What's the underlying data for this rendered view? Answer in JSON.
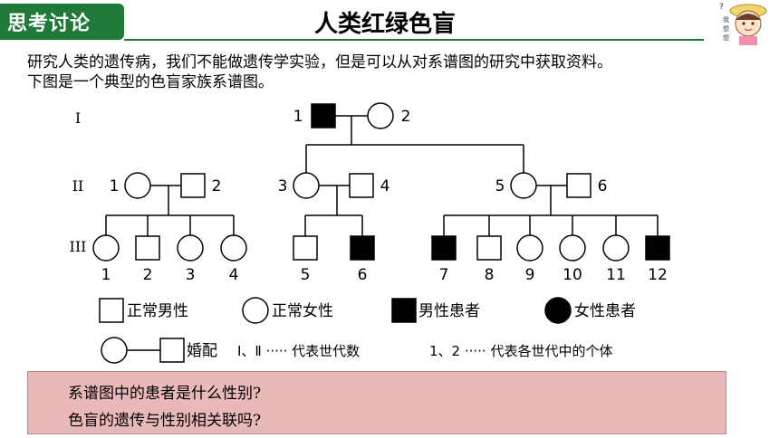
{
  "header": {
    "badge": "思考讨论",
    "title": "人类红绿色盲",
    "mascot_question": "?",
    "mascot_caption": [
      "我",
      "想",
      "想"
    ]
  },
  "intro": {
    "line1": "研究人类的遗传病，我们不能做遗传学实验，但是可以从对系谱图的研究中获取资料。",
    "line2": "下图是一个典型的色盲家族系谱图。"
  },
  "pedigree": {
    "generations": [
      "I",
      "II",
      "III"
    ],
    "gen1": [
      {
        "num": "1",
        "sex": "male",
        "affected": true
      },
      {
        "num": "2",
        "sex": "female",
        "affected": false
      }
    ],
    "gen2": [
      {
        "num": "1",
        "sex": "female",
        "affected": false
      },
      {
        "num": "2",
        "sex": "male",
        "affected": false
      },
      {
        "num": "3",
        "sex": "female",
        "affected": false
      },
      {
        "num": "4",
        "sex": "male",
        "affected": false
      },
      {
        "num": "5",
        "sex": "female",
        "affected": false
      },
      {
        "num": "6",
        "sex": "male",
        "affected": false
      }
    ],
    "gen3": [
      {
        "num": "1",
        "sex": "female",
        "affected": false
      },
      {
        "num": "2",
        "sex": "male",
        "affected": false
      },
      {
        "num": "3",
        "sex": "female",
        "affected": false
      },
      {
        "num": "4",
        "sex": "female",
        "affected": false
      },
      {
        "num": "5",
        "sex": "male",
        "affected": false
      },
      {
        "num": "6",
        "sex": "male",
        "affected": true
      },
      {
        "num": "7",
        "sex": "male",
        "affected": true
      },
      {
        "num": "8",
        "sex": "male",
        "affected": false
      },
      {
        "num": "9",
        "sex": "female",
        "affected": false
      },
      {
        "num": "10",
        "sex": "female",
        "affected": false
      },
      {
        "num": "11",
        "sex": "female",
        "affected": false
      },
      {
        "num": "12",
        "sex": "male",
        "affected": true
      }
    ]
  },
  "legend": {
    "normal_male": "正常男性",
    "normal_female": "正常女性",
    "affected_male": "男性患者",
    "affected_female": "女性患者",
    "marriage": "婚配",
    "generation_note": "Ⅰ、Ⅱ ····· 代表世代数",
    "individual_note": "1、2 ····· 代表各世代中的个体"
  },
  "questions": [
    "系谱图中的患者是什么性别?",
    "色盲的遗传与性别相关联吗?"
  ],
  "colors": {
    "badge": "#1f7a3a",
    "question_bg": "#e9b8b8"
  }
}
